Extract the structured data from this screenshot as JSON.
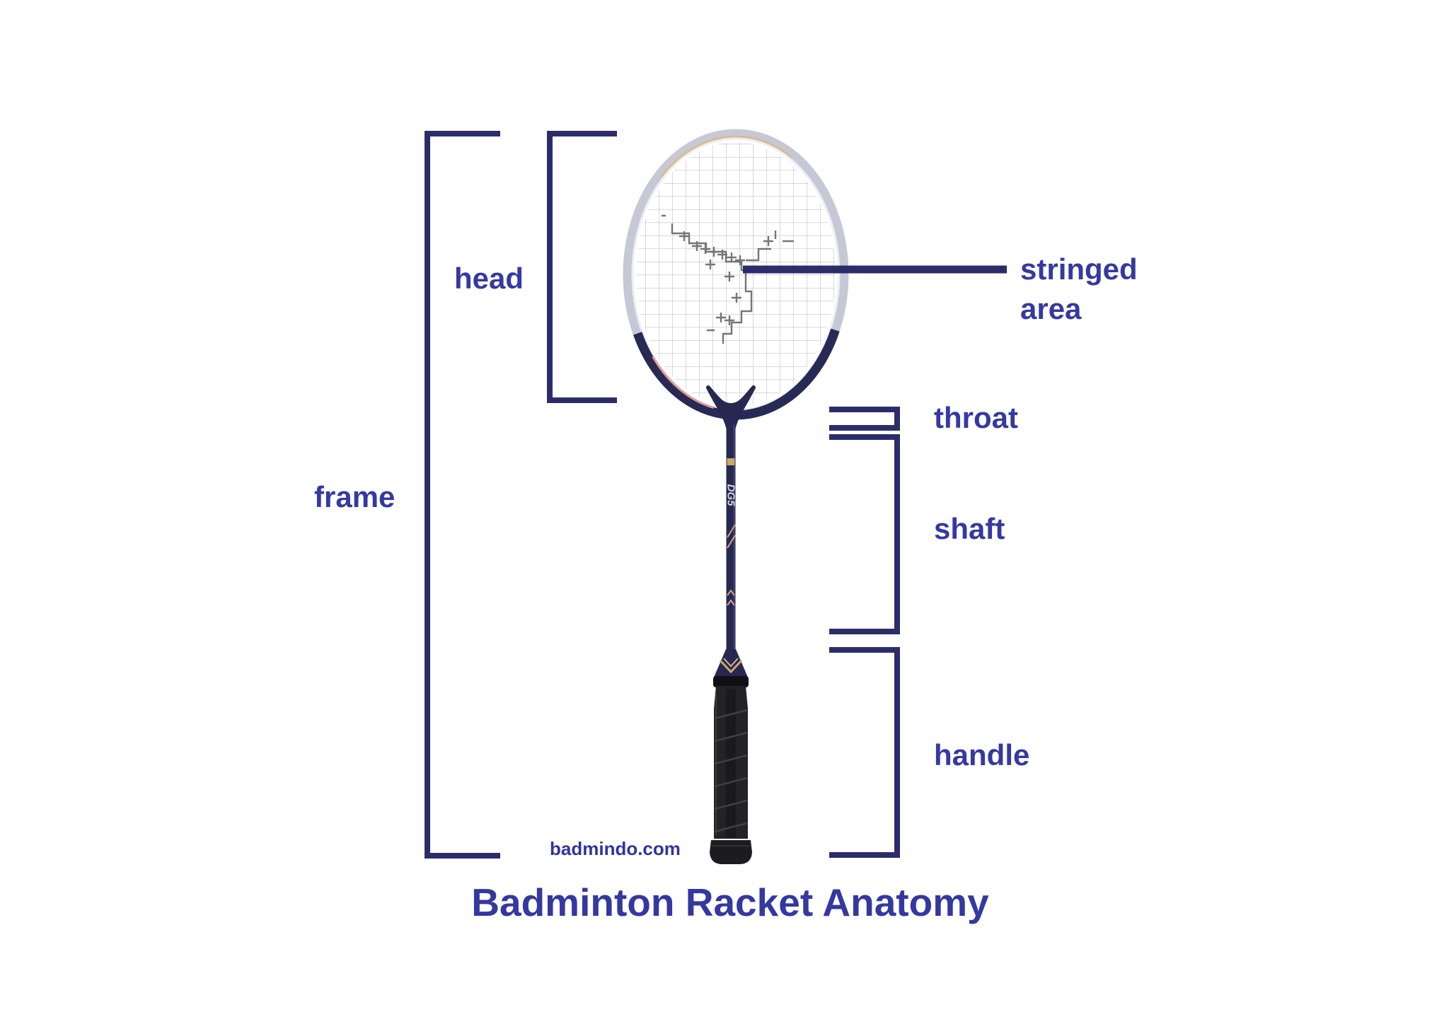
{
  "diagram": {
    "title": "Badminton Racket Anatomy",
    "watermark": "badmindo.com",
    "labels": {
      "frame": "frame",
      "head": "head",
      "stringed_area_line1": "stringed",
      "stringed_area_line2": "area",
      "throat": "throat",
      "shaft": "shaft",
      "handle": "handle"
    },
    "racket": {
      "shaft_text": "DG5"
    },
    "colors": {
      "annotation_line": "#2b2d6b",
      "label_text": "#3539a2",
      "rim_silver": "#c7c8d5",
      "racket_navy": "#262851",
      "accent_gold": "#c9a86a",
      "accent_salmon": "#e59a90",
      "string_gray": "#c2c2cb",
      "grip_black": "#232327",
      "background": "#ffffff"
    }
  }
}
